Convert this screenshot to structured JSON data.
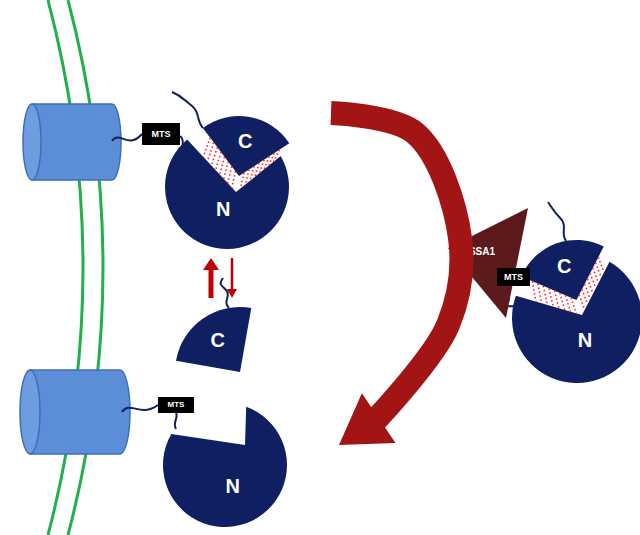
{
  "diagram": {
    "nodes": [
      {
        "text": [
          "MTS"
        ]
      },
      {
        "text": [
          "C"
        ]
      },
      {
        "text": [
          "N"
        ]
      },
      {
        "text": [
          "SSA1"
        ]
      },
      {
        "text": [
          "C"
        ]
      },
      {
        "text": [
          "MTS"
        ]
      },
      {
        "text": [
          "N"
        ]
      },
      {
        "text": [
          "C"
        ]
      },
      {
        "text": [
          "MTS"
        ]
      },
      {
        "text": [
          "N"
        ]
      }
    ],
    "edges": [
      {
        "from": 2,
        "to": 9,
        "arrow": "to"
      },
      {
        "from": 7,
        "to": 2,
        "arrow": "to"
      },
      {
        "from": 2,
        "to": 7,
        "arrow": "to"
      }
    ]
  }
}
